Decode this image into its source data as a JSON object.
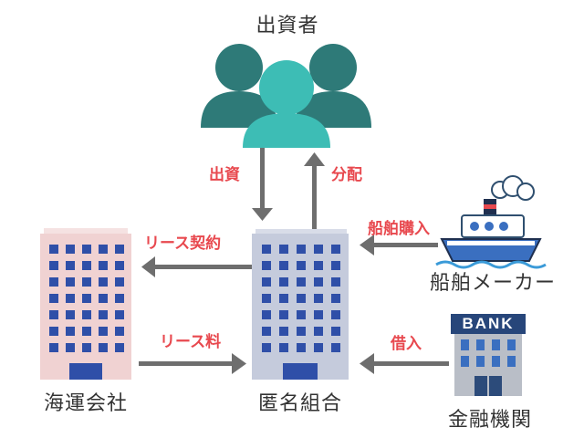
{
  "nodes": {
    "investors": "出資者",
    "anonymous_partnership": "匿名組合",
    "shipping_company": "海運会社",
    "shipbuilder": "船舶メーカー",
    "financial_institution": "金融機関"
  },
  "flows": {
    "investment": "出資",
    "distribution": "分配",
    "lease_contract": "リース契約",
    "lease_fee": "リース料",
    "ship_purchase": "船舶購入",
    "borrowing": "借入"
  },
  "bank_sign": "BANK",
  "colors": {
    "person_back": "#2e7a78",
    "person_front": "#3dbdb5",
    "arrow": "#6e6e6e",
    "flow_text": "#e8494f",
    "building_left": "#f0d2d2",
    "building_center": "#c5cbdc",
    "window": "#2f4fa8"
  }
}
